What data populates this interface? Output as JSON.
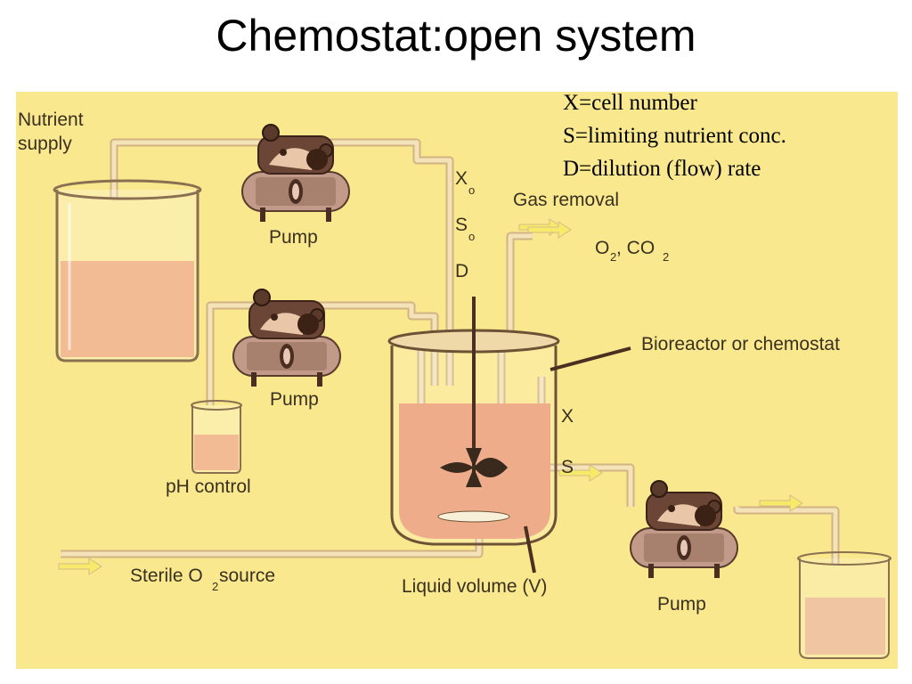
{
  "title": "Chemostat:open system",
  "legend": {
    "line1": "X=cell number",
    "line2": "S=limiting nutrient conc.",
    "line3": "D=dilution (flow) rate"
  },
  "labels": {
    "nutrient_line1": "Nutrient",
    "nutrient_line2": "supply",
    "pump_top": "Pump",
    "pump_mid": "Pump",
    "pump_right": "Pump",
    "ph_control": "pH control",
    "x0_letter": "X",
    "s0_letter": "S",
    "sub_0": "o",
    "d_letter": "D",
    "gas_removal": "Gas removal",
    "o2_o": "O",
    "o2_sub": "2",
    "co2_text": ", CO",
    "co2_sub": "2",
    "bioreactor": "Bioreactor or chemostat",
    "x_letter": "X",
    "s_letter": "S",
    "sterile_pre": "Sterile O",
    "sterile_sub": "2",
    "sterile_post": " source",
    "liquid_volume": "Liquid volume (V)"
  },
  "colors": {
    "background": "#f9e88e",
    "tube": "#f4e2b8",
    "tube_edge": "#d6bb88",
    "liquid": "#efa56f",
    "pump": "#7a5a45",
    "arrow": "#f6ea6a"
  }
}
